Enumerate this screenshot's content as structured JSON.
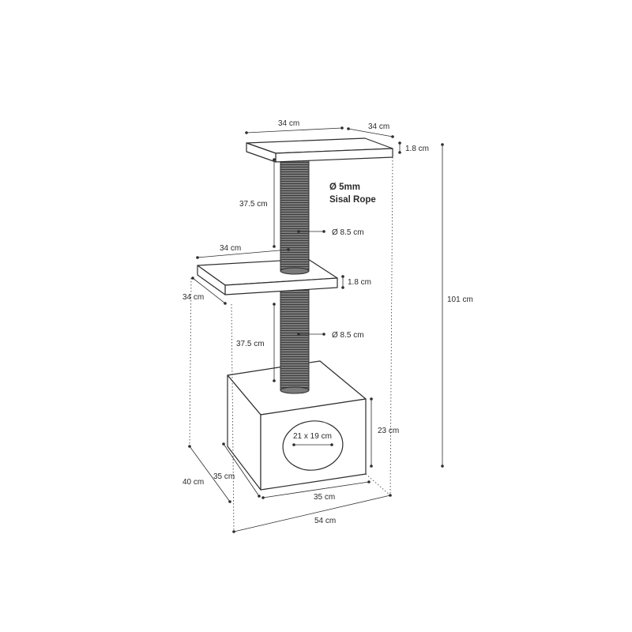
{
  "rope_label_line1": "Ø 5mm",
  "rope_label_line2": "Sisal Rope",
  "dimensions": {
    "top_width": "34 cm",
    "top_depth": "34 cm",
    "top_thickness": "1.8 cm",
    "upper_post_height": "37.5 cm",
    "upper_post_diameter": "Ø 8.5 cm",
    "mid_width": "34 cm",
    "mid_depth": "34 cm",
    "mid_thickness": "1.8 cm",
    "lower_post_height": "37.5 cm",
    "lower_post_diameter": "Ø 8.5 cm",
    "total_height": "101 cm",
    "box_height": "23 cm",
    "entrance_size": "21 x 19 cm",
    "box_depth": "35 cm",
    "box_width": "35 cm",
    "base_depth": "40 cm",
    "base_width": "54 cm"
  },
  "colors": {
    "line": "#2d2d2d",
    "rope": "#6e6e6e",
    "background": "#ffffff"
  }
}
